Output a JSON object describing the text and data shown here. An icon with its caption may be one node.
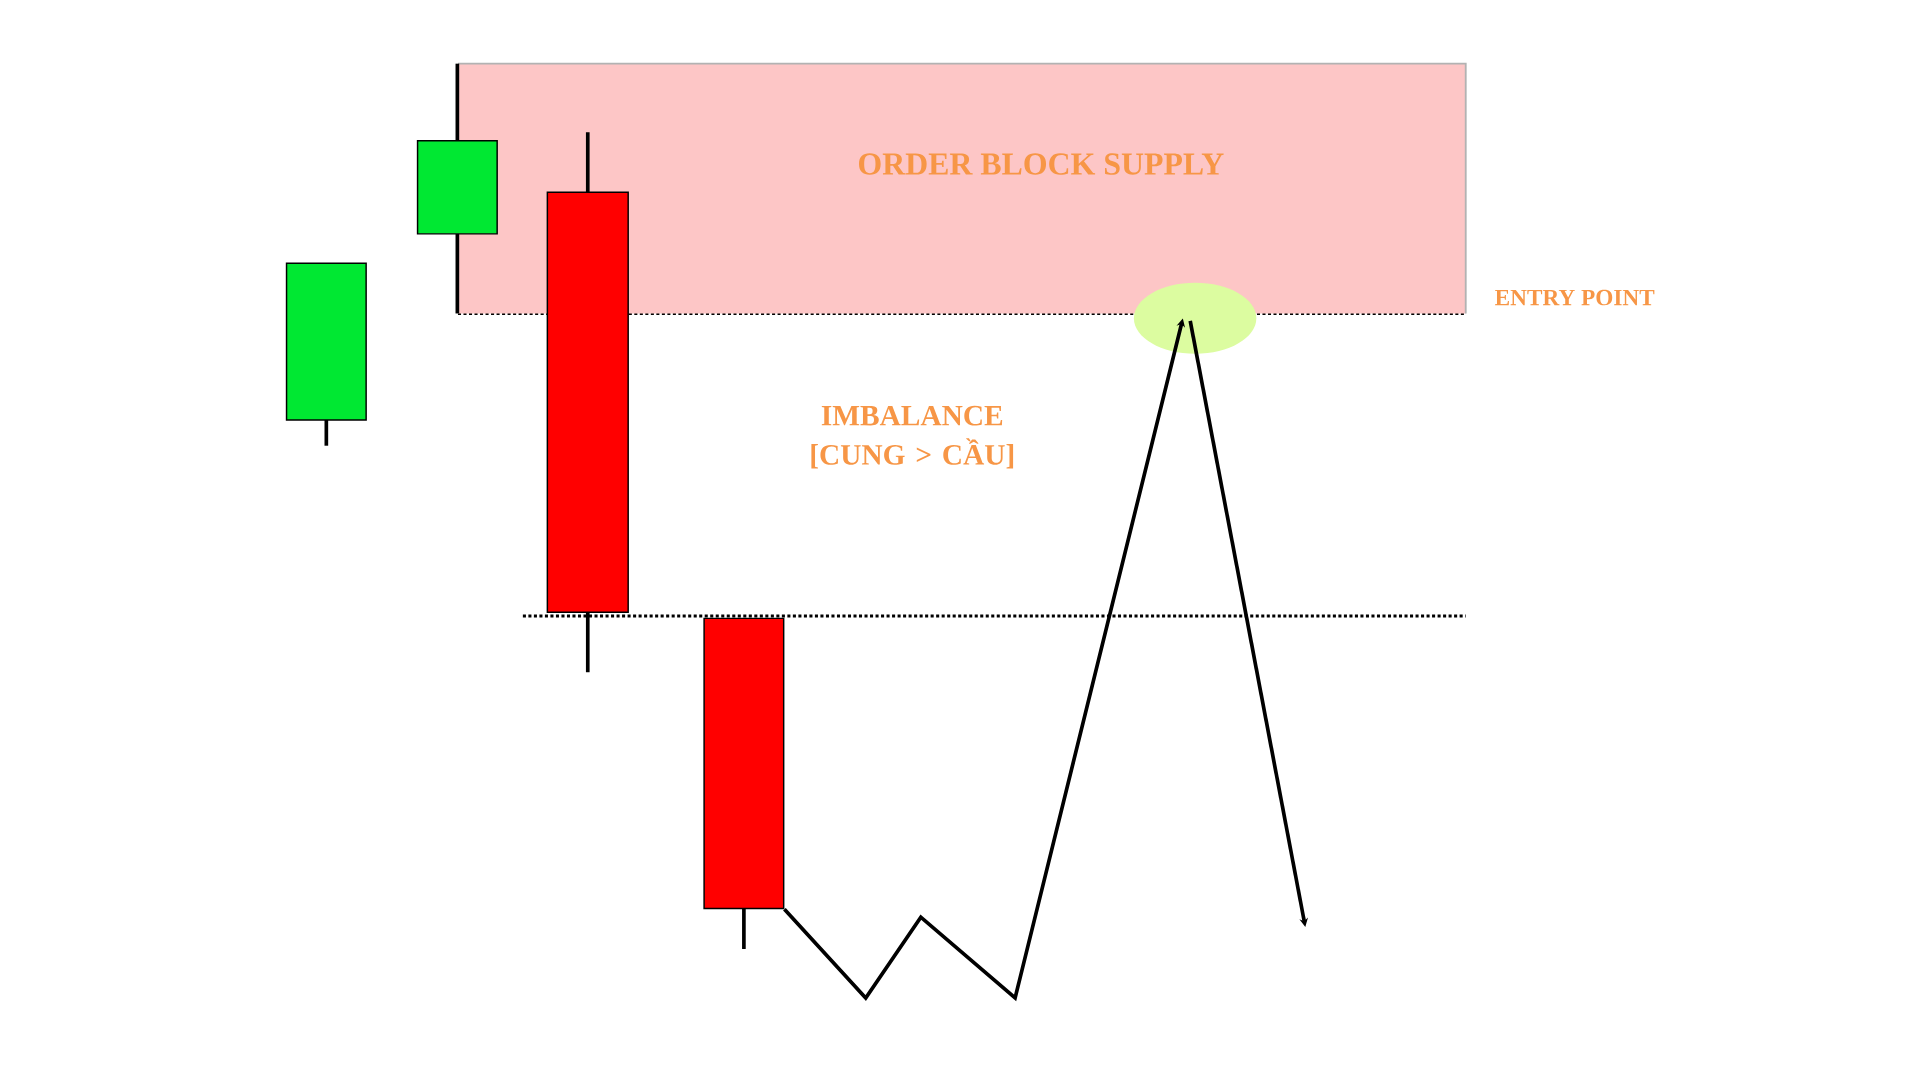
{
  "diagram": {
    "nodes": [
      {
        "text": [
          "ORDER BLOCK SUPPLY"
        ]
      },
      {
        "text": [],
        "shape": "bar"
      },
      {
        "text": [],
        "shape": "bar"
      },
      {
        "text": [],
        "shape": "bar"
      },
      {
        "text": [],
        "shape": "bar"
      },
      {
        "text": [],
        "shape": "circle"
      }
    ],
    "edges": [
      {
        "from": 4,
        "to": 5,
        "arrow": "to"
      },
      {
        "from": 5,
        "to": null,
        "arrow": "to"
      }
    ],
    "labels": [
      "ENTRY POINT",
      "IMBALANCE [CUNG > CẦU]"
    ]
  }
}
